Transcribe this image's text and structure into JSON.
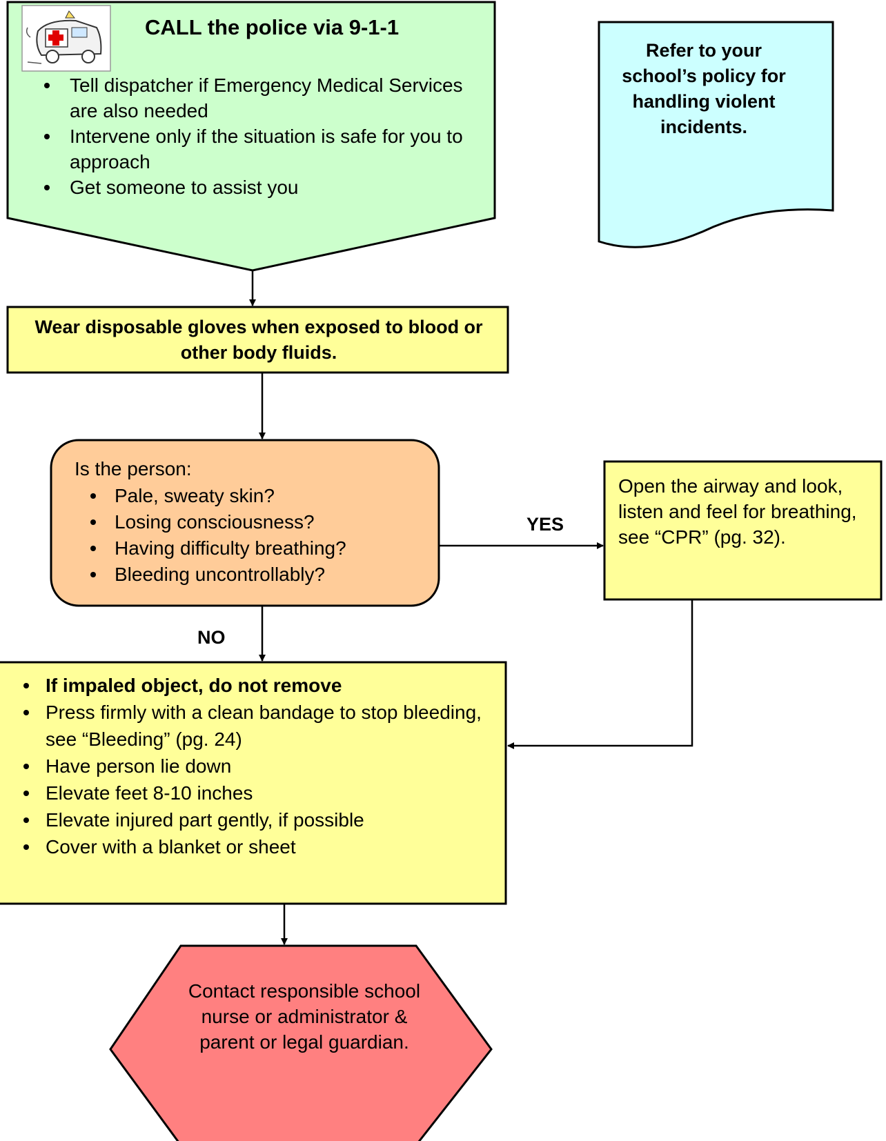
{
  "call_police": {
    "title": "CALL the police via 9-1-1",
    "items": [
      "Tell dispatcher if Emergency Medical Services are also needed",
      "Intervene only if the situation is safe for you to approach",
      "Get someone to assist you"
    ],
    "fill": "#ccffcc"
  },
  "policy_note": {
    "text": "Refer to your school’s policy for handling violent incidents.",
    "fill": "#ccffff"
  },
  "gloves": {
    "text": "Wear disposable gloves when exposed to blood or other body fluids.",
    "fill": "#ffff99"
  },
  "question": {
    "title": "Is the person:",
    "items": [
      "Pale, sweaty skin?",
      "Losing consciousness?",
      "Having difficulty breathing?",
      "Bleeding uncontrollably?"
    ],
    "fill": "#ffcc99"
  },
  "labels": {
    "yes": "YES",
    "no": "NO"
  },
  "airway": {
    "text": "Open the airway and look, listen and feel for breathing, see “CPR” (pg. 32).",
    "fill": "#ffff99"
  },
  "treatment": {
    "items": [
      "If impaled object, do not remove",
      "Press firmly with a clean bandage to stop bleeding, see “Bleeding”  (pg. 24)",
      "Have person lie down",
      "Elevate feet 8-10 inches",
      "Elevate injured part gently, if possible",
      "Cover with a blanket or sheet"
    ],
    "fill": "#ffff99"
  },
  "contact": {
    "text": "Contact responsible school nurse or administrator & parent or legal guardian.",
    "fill": "#ff8080"
  },
  "icons": {
    "ambulance": "ambulance-icon"
  }
}
